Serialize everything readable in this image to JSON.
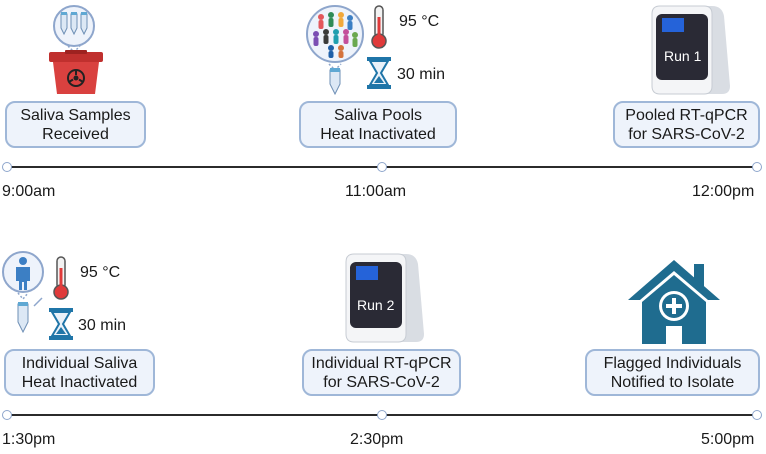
{
  "rows": [
    {
      "steps": [
        {
          "line1": "Saliva Samples",
          "line2": "Received"
        },
        {
          "line1": "Saliva Pools",
          "line2": "Heat Inactivated"
        },
        {
          "line1": "Pooled RT-qPCR",
          "line2": "for SARS-CoV-2"
        }
      ],
      "times": [
        "9:00am",
        "11:00am",
        "12:00pm"
      ]
    },
    {
      "steps": [
        {
          "line1": "Individual Saliva",
          "line2": "Heat Inactivated"
        },
        {
          "line1": "Individual RT-qPCR",
          "line2": "for SARS-CoV-2"
        },
        {
          "line1": "Flagged Individuals",
          "line2": "Notified to Isolate"
        }
      ],
      "times": [
        "1:30pm",
        "2:30pm",
        "5:00pm"
      ]
    }
  ],
  "heat": {
    "pooled": {
      "temperature": "95 °C",
      "duration": "30 min"
    },
    "individual": {
      "temperature": "95 °C",
      "duration": "30 min"
    }
  },
  "machines": {
    "run1": "Run 1",
    "run2": "Run 2"
  },
  "colors": {
    "box_border": "#9fb7d8",
    "box_fill": "#eef3fb",
    "house": "#1f6c8f",
    "biohazard_bin": "#d9413f",
    "thermometer": "#e03a3a",
    "hourglass": "#1f75a8"
  },
  "icons": [
    "test-tubes-icon",
    "biohazard-bin-icon",
    "people-pool-icon",
    "thermometer-icon",
    "hourglass-icon",
    "qpcr-machine-icon",
    "person-icon",
    "house-plus-icon"
  ]
}
